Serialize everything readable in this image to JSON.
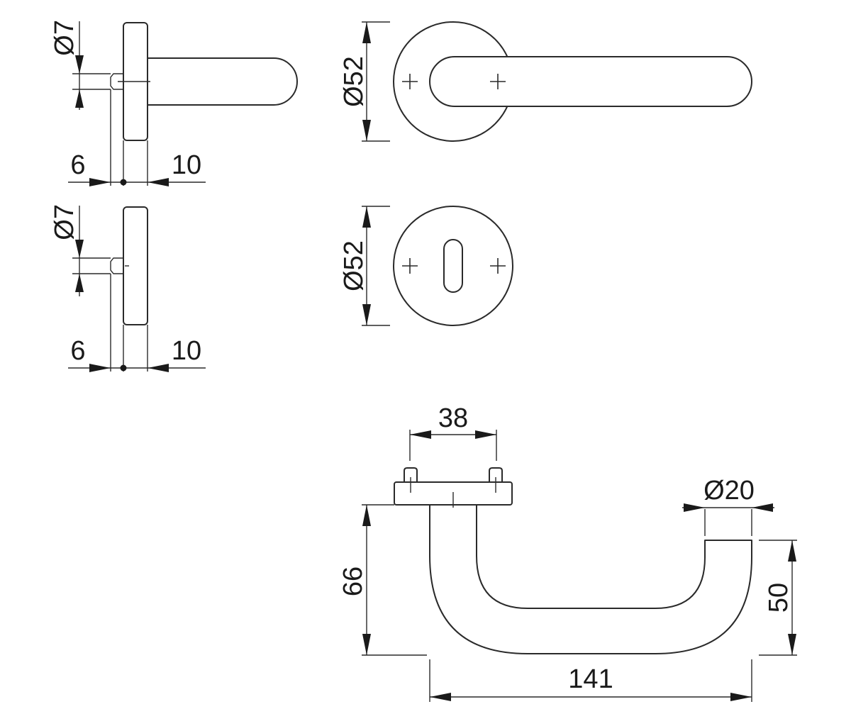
{
  "side_view_handle": {
    "diameter_label": "Ø7",
    "left_label": "6",
    "right_label": "10"
  },
  "side_view_escutcheon": {
    "diameter_label": "Ø7",
    "left_label": "6",
    "right_label": "10"
  },
  "front_view_handle": {
    "rose_diameter_label": "Ø52"
  },
  "front_view_escutcheon": {
    "rose_diameter_label": "Ø52"
  },
  "top_view_handle": {
    "pin_spacing_label": "38",
    "height_label": "66",
    "grip_diameter_label": "Ø20",
    "grip_height_label": "50",
    "length_label": "141"
  }
}
